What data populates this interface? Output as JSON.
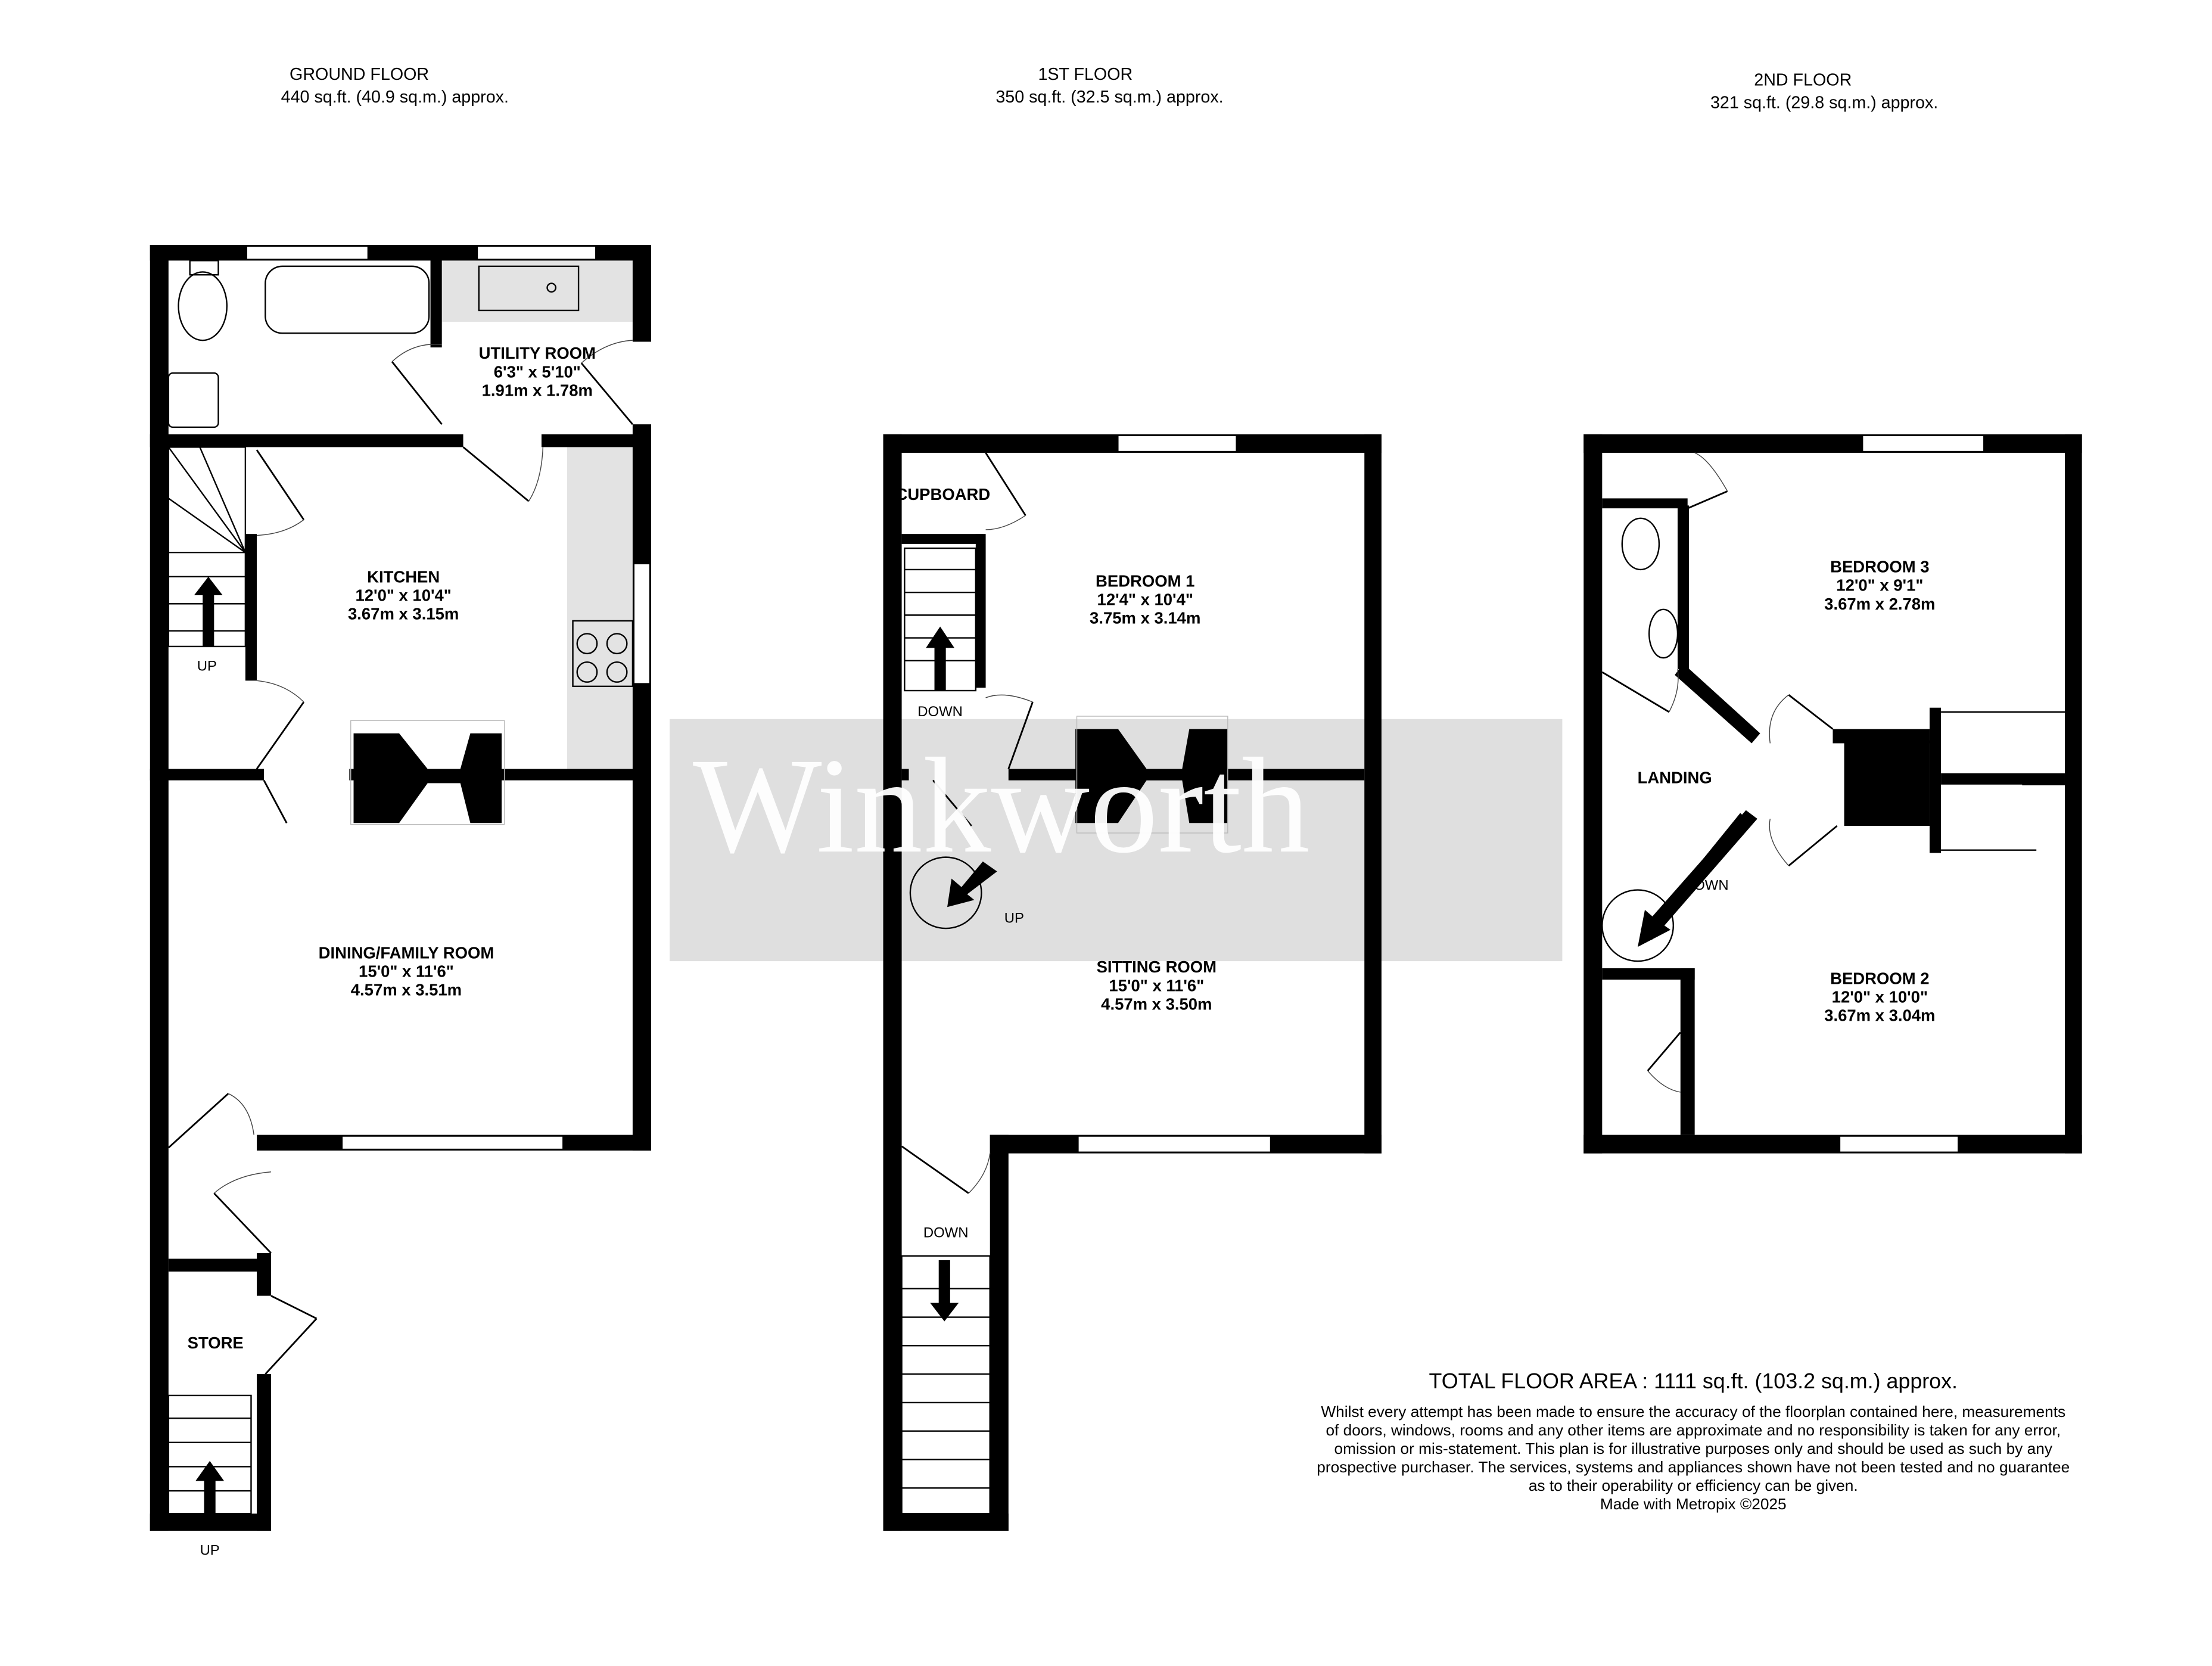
{
  "floors": {
    "ground": {
      "title": "GROUND FLOOR",
      "area": "440 sq.ft. (40.9 sq.m.) approx."
    },
    "first": {
      "title": "1ST FLOOR",
      "area": "350 sq.ft. (32.5 sq.m.) approx."
    },
    "second": {
      "title": "2ND FLOOR",
      "area": "321 sq.ft. (29.8 sq.m.) approx."
    }
  },
  "rooms": {
    "utility": {
      "name": "UTILITY ROOM",
      "imperial": "6'3\"  x 5'10\"",
      "metric": "1.91m  x 1.78m"
    },
    "kitchen": {
      "name": "KITCHEN",
      "imperial": "12'0\"  x 10'4\"",
      "metric": "3.67m  x 3.15m"
    },
    "dining": {
      "name": "DINING/FAMILY ROOM",
      "imperial": "15'0\"  x 11'6\"",
      "metric": "4.57m  x 3.51m"
    },
    "store": {
      "name": "STORE"
    },
    "cupboard": {
      "name": "CUPBOARD"
    },
    "bedroom1": {
      "name": "BEDROOM 1",
      "imperial": "12'4\"  x 10'4\"",
      "metric": "3.75m  x 3.14m"
    },
    "sitting": {
      "name": "SITTING ROOM",
      "imperial": "15'0\"  x 11'6\"",
      "metric": "4.57m  x 3.50m"
    },
    "bedroom3": {
      "name": "BEDROOM 3",
      "imperial": "12'0\"  x 9'1\"",
      "metric": "3.67m  x 2.78m"
    },
    "landing": {
      "name": "LANDING"
    },
    "bedroom2": {
      "name": "BEDROOM 2",
      "imperial": "12'0\"  x 10'0\"",
      "metric": "3.67m  x 3.04m"
    }
  },
  "stair_labels": {
    "up": "UP",
    "down": "DOWN"
  },
  "watermark": "Winkworth",
  "total_area": "TOTAL FLOOR AREA : 1111 sq.ft. (103.2 sq.m.) approx.",
  "disclaimer": [
    "Whilst every attempt has been made to ensure the accuracy of the floorplan contained here, measurements",
    "of doors, windows, rooms and any other items are approximate and no responsibility is taken for any error,",
    "omission or mis-statement. This plan is for illustrative purposes only and should be used as such by any",
    "prospective purchaser. The services, systems and appliances shown have not been tested and no guarantee",
    "as to their operability or efficiency can be given."
  ],
  "credit": "Made with Metropix ©2025",
  "colors": {
    "wall": "#000000",
    "fitted_units": "#e3e3e3",
    "watermark_band": "#dcdcdc"
  }
}
